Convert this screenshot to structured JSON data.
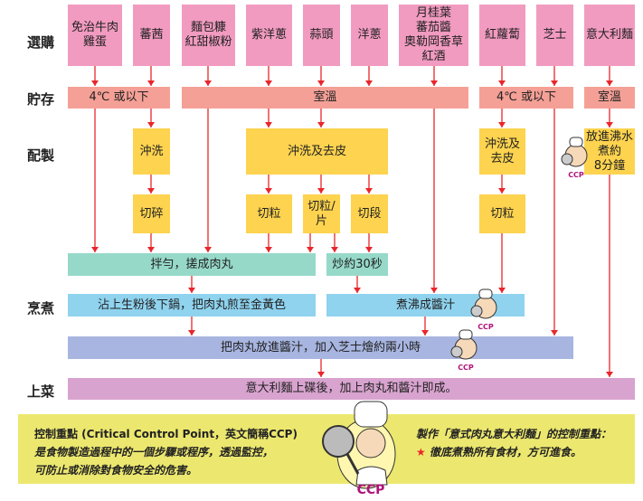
{
  "row_labels": {
    "select": "選購",
    "store": "貯存",
    "prep": "配製",
    "cook": "烹煮",
    "serve": "上菜"
  },
  "ingredients": [
    "免治牛肉\n雞蛋",
    "蕃茜",
    "麵包糠\n紅甜椒粉",
    "紫洋蔥",
    "蒜頭",
    "洋蔥",
    "月桂葉\n蕃茄醬\n奧勒岡香草\n紅酒",
    "紅蘿蔔",
    "芝士",
    "意大利麵"
  ],
  "storage": [
    "4℃ 或以下",
    "室溫",
    "4℃ 或以下",
    "室溫"
  ],
  "prep1": [
    "沖洗",
    "沖洗及去皮",
    "沖洗及\n去皮",
    "放進沸水\n煮約\n8分鐘"
  ],
  "prep2": [
    "切碎",
    "切粒",
    "切粒/\n片",
    "切段",
    "切粒"
  ],
  "mix": [
    "拌勻，搓成肉丸",
    "炒約30秒"
  ],
  "cook": [
    "沾上生粉後下鍋，把肉丸煎至金黃色",
    "煮沸成醬汁",
    "把肉丸放進醬汁，加入芝士燴約兩小時"
  ],
  "serve": "意大利麵上碟後，加上肉丸和醬汁即成。",
  "ccp_badge": "CCP",
  "panel": {
    "definition_title": "控制重點 (Critical Control Point，英文簡稱CCP)",
    "definition_line1": "是食物製造過程中的一個步驟或程序，透過監控，",
    "definition_line2": "可防止或消除對食物安全的危害。",
    "ccp_title": "製作「意式肉丸意大利麵」的控制重點：",
    "ccp_point": "徹底煮熟所有食材，方可進食。",
    "star": "★"
  },
  "colors": {
    "arrow": "#e8262b",
    "select": "#f29bc1",
    "storage": "#f5a096",
    "prep": "#fdd34f",
    "mix": "#96d9c9",
    "cook": "#8fd3ef",
    "simmer": "#a7b5e0",
    "serve": "#d8a3cf",
    "panel": "#ece86f"
  }
}
